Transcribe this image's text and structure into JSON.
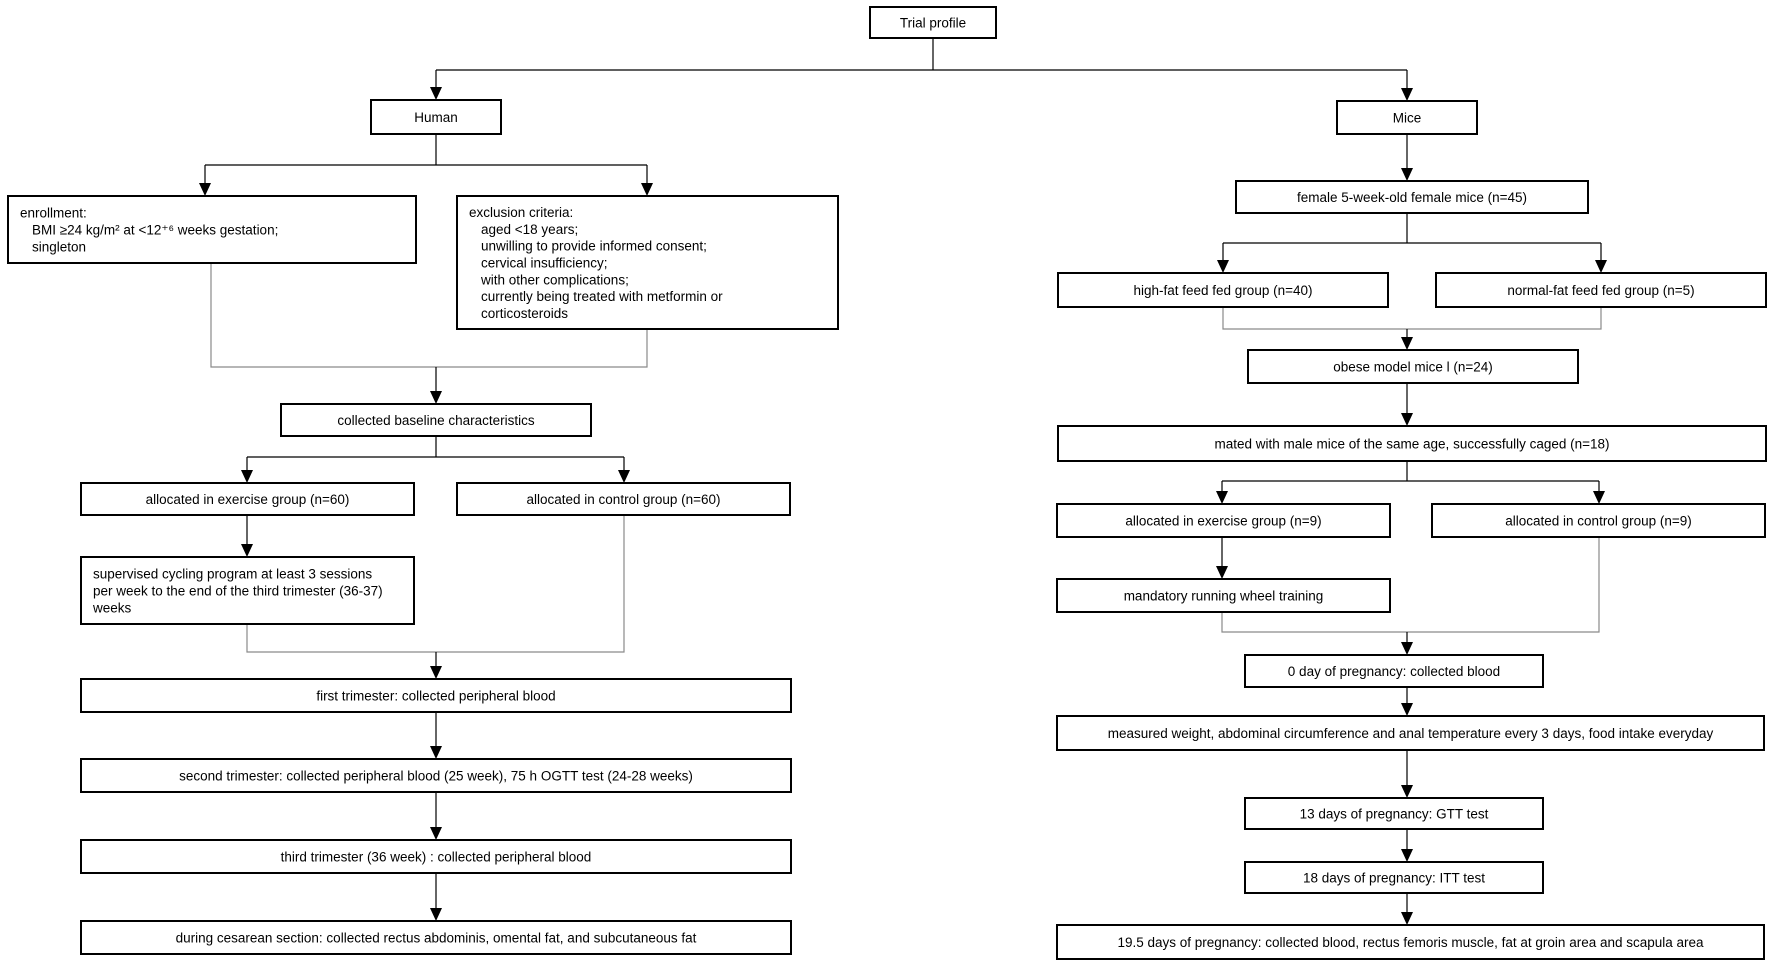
{
  "title": "Trial profile",
  "human": {
    "label": "Human",
    "enrollment": [
      "enrollment:",
      "BMI ≥24 kg/m² at <12⁺⁶ weeks gestation;",
      "singleton"
    ],
    "exclusion": [
      "exclusion criteria:",
      "aged <18 years;",
      "unwilling to provide informed consent;",
      "cervical insufficiency;",
      "with other complications;",
      "currently being treated with metformin or",
      "corticosteroids"
    ],
    "baseline": "collected baseline characteristics",
    "exercise_group": "allocated in exercise group (n=60)",
    "control_group": "allocated in control group (n=60)",
    "cycling": [
      "supervised cycling program at least 3 sessions",
      "per week to the end of the third trimester (36-37)",
      "weeks"
    ],
    "first_trimester": "first trimester: collected peripheral blood",
    "second_trimester": "second trimester: collected peripheral blood (25 week), 75 h OGTT test (24-28 weeks)",
    "third_trimester": "third trimester (36 week) : collected peripheral blood",
    "cesarean": "during cesarean section: collected  rectus abdominis, omental fat, and subcutaneous fat"
  },
  "mice": {
    "label": "Mice",
    "female": "female 5-week-old female mice (n=45)",
    "high_fat": "high-fat feed fed group (n=40)",
    "normal_fat": "normal-fat feed fed group (n=5)",
    "obese": "obese model mice l (n=24)",
    "mated": "mated with male mice of the same age, successfully caged (n=18)",
    "exercise_group": "allocated in exercise group (n=9)",
    "control_group": "allocated in control group (n=9)",
    "running": "mandatory running wheel training",
    "day0": "0 day of pregnancy: collected blood",
    "measured": "measured weight, abdominal circumference and anal temperature every 3 days, food intake everyday",
    "day13": "13 days of pregnancy: GTT test",
    "day18": "18 days of pregnancy: ITT test",
    "day19": "19.5 days of pregnancy: collected blood, rectus femoris muscle, fat at groin area and scapula area"
  }
}
